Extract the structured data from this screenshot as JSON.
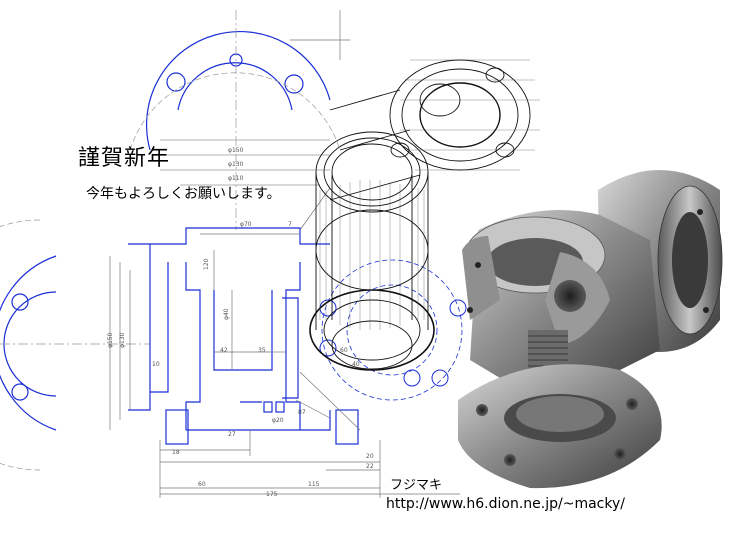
{
  "greeting": {
    "title": "謹賀新年",
    "message": "今年もよろしくお願いします。"
  },
  "author": {
    "name": "フジマキ",
    "url": "http://www.h6.dion.ne.jp/~macky/"
  },
  "drawing": {
    "dimensions": [
      "φ70",
      "120",
      "φ40",
      "42",
      "35",
      "60",
      "40",
      "27",
      "φ20",
      "87",
      "18",
      "60",
      "115",
      "175",
      "22",
      "20",
      "7",
      "φ150",
      "φ130",
      "φ110",
      "10"
    ]
  },
  "colors": {
    "outline_blue": "#1a2fd6",
    "dim_gray": "#7a7a7a",
    "render_dark": "#3a3a3a",
    "render_light": "#b8b8b8"
  }
}
